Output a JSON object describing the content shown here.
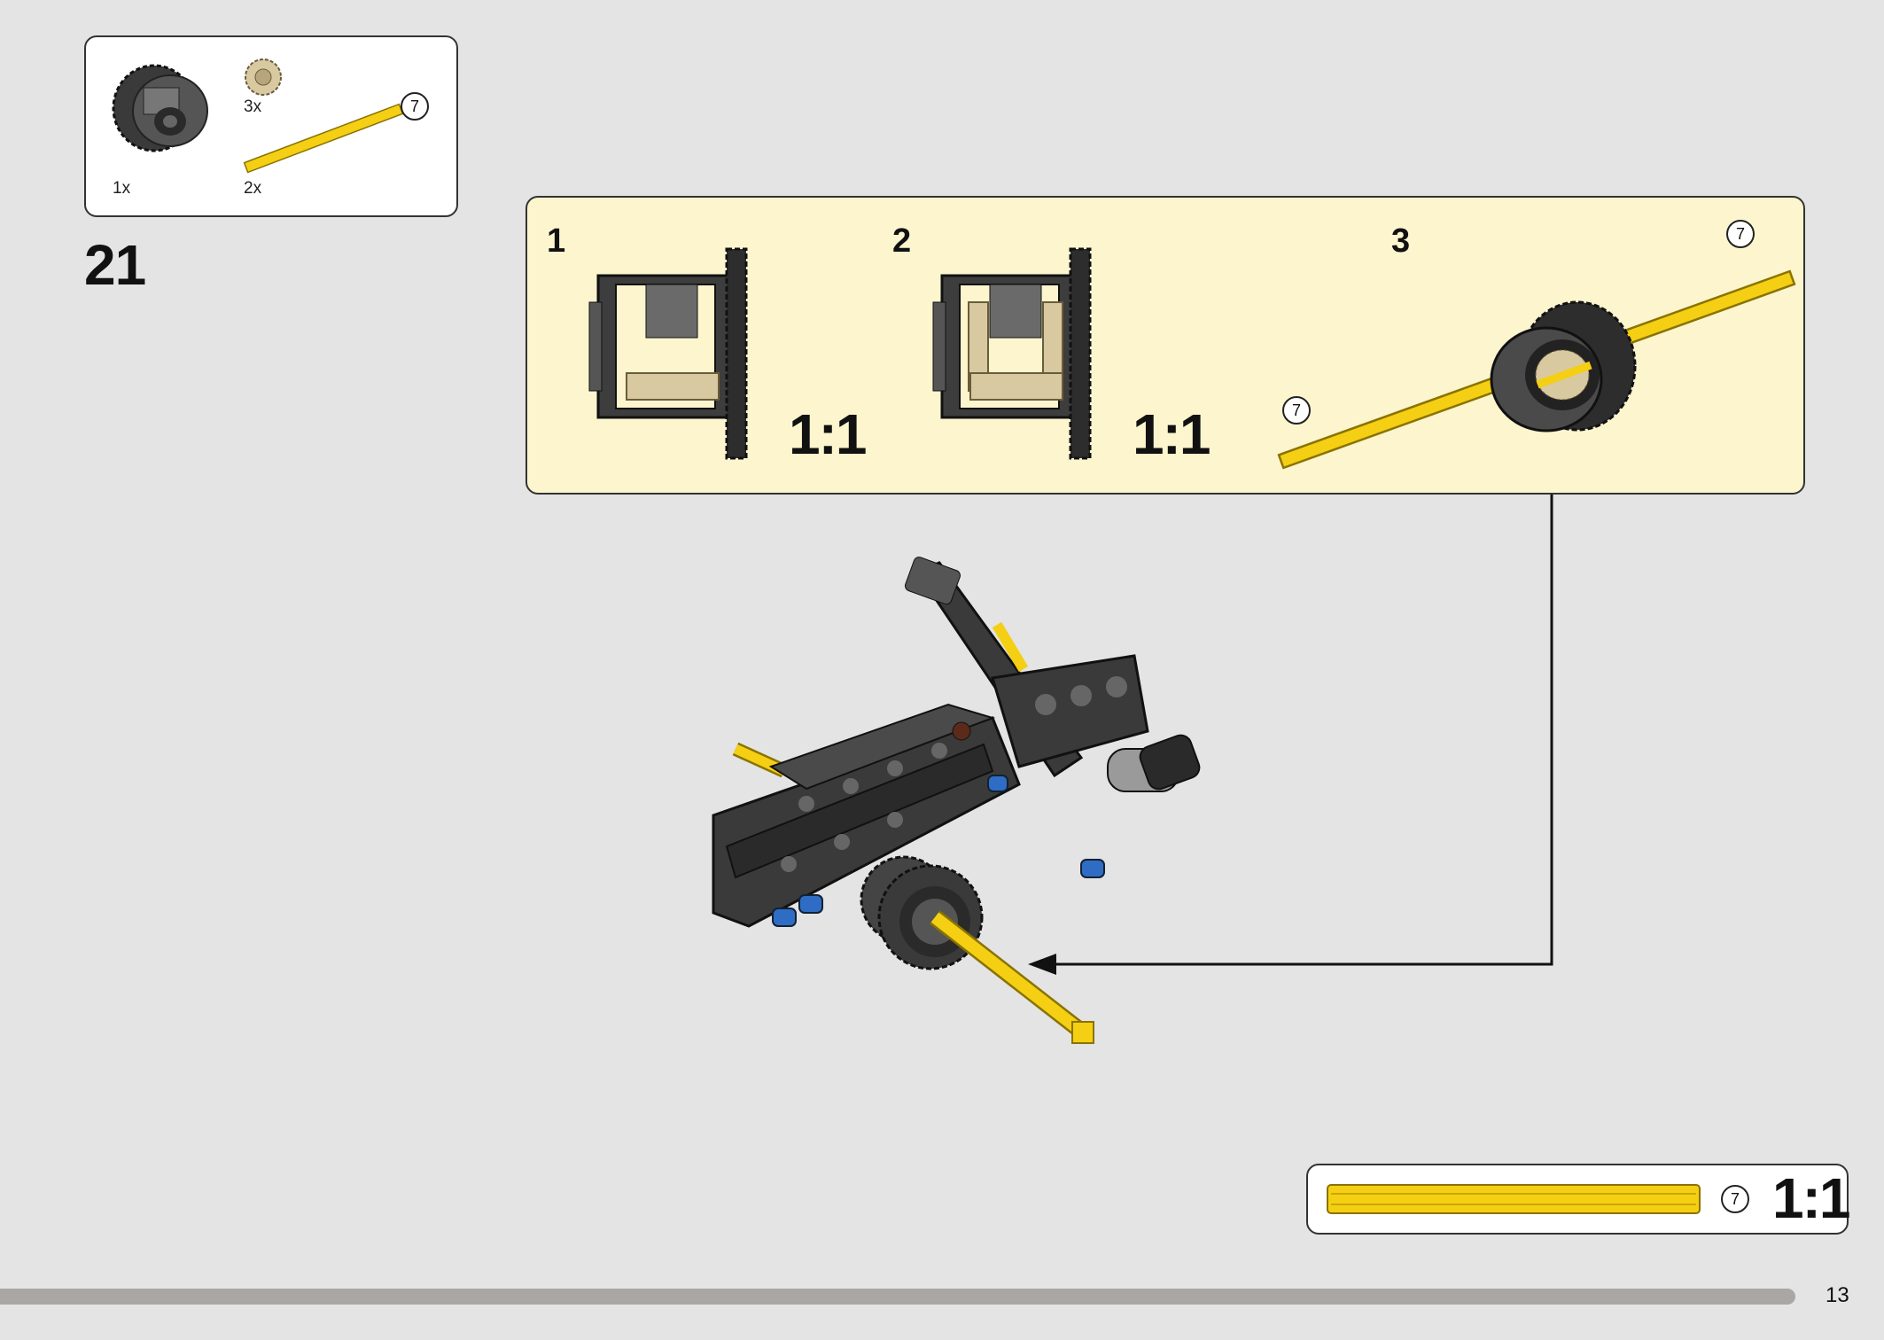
{
  "parts_list": {
    "items": [
      {
        "name": "differential",
        "qty": "1x"
      },
      {
        "name": "bevel-gear",
        "qty": "3x"
      },
      {
        "name": "axle",
        "qty": "2x",
        "length": "7"
      }
    ]
  },
  "step": {
    "number": "21"
  },
  "sub_assembly": {
    "steps": [
      {
        "number": "1",
        "ratio": "1:1"
      },
      {
        "number": "2",
        "ratio": "1:1"
      },
      {
        "number": "3",
        "axle_length_top": "7",
        "axle_length_bottom": "7"
      }
    ]
  },
  "axle_callout": {
    "length": "7",
    "ratio": "1:1"
  },
  "footer": {
    "page_number": "13"
  },
  "colors": {
    "axle": "#f4cf14",
    "sub_panel": "#fcf5ce",
    "dark_part": "#3d3d3d",
    "tan_gear": "#d9c9a1",
    "pin_blue": "#2f6cc4"
  }
}
